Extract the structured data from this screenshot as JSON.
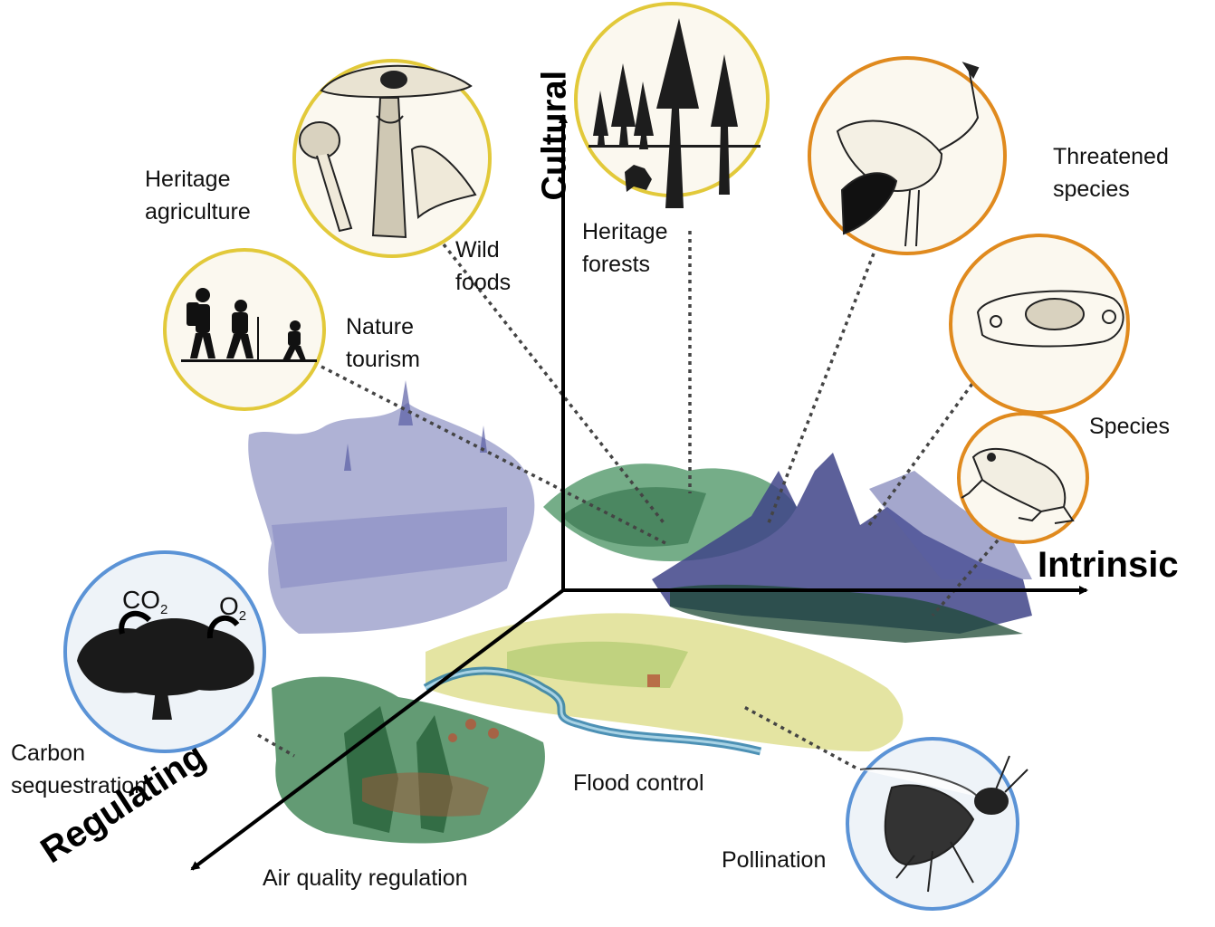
{
  "colors": {
    "cultural": "#e2c93a",
    "intrinsic": "#e08a1e",
    "regulating": "#5b93d6",
    "circle_fill": "#fbf8ef",
    "circle_fill_regulating": "#eef3f8",
    "axis": "#000000",
    "leader": "#444444"
  },
  "axes": {
    "cultural": "Cultural",
    "intrinsic": "Intrinsic",
    "regulating": "Regulating"
  },
  "labels": {
    "heritage_agriculture_1": "Heritage",
    "heritage_agriculture_2": "agriculture",
    "wild_foods_1": "Wild",
    "wild_foods_2": "foods",
    "heritage_forests_1": "Heritage",
    "heritage_forests_2": "forests",
    "nature_tourism_1": "Nature",
    "nature_tourism_2": "tourism",
    "threatened_species_1": "Threatened",
    "threatened_species_2": "species",
    "species": "Species",
    "carbon_sequestration_1": "Carbon",
    "carbon_sequestration_2": "sequestration",
    "flood_control": "Flood control",
    "air_quality_regulation": "Air quality regulation",
    "pollination": "Pollination"
  },
  "carbon_circle": {
    "co2_base": "CO",
    "co2_sub": "2",
    "o2_base": "O",
    "o2_sub": "2"
  },
  "icons": [
    "mushroom-icon",
    "conifer-forest-icon",
    "crane-bird-icon",
    "seed-pod-icon",
    "frog-icon",
    "hikers-icon",
    "oak-tree-icon",
    "bee-icon"
  ]
}
